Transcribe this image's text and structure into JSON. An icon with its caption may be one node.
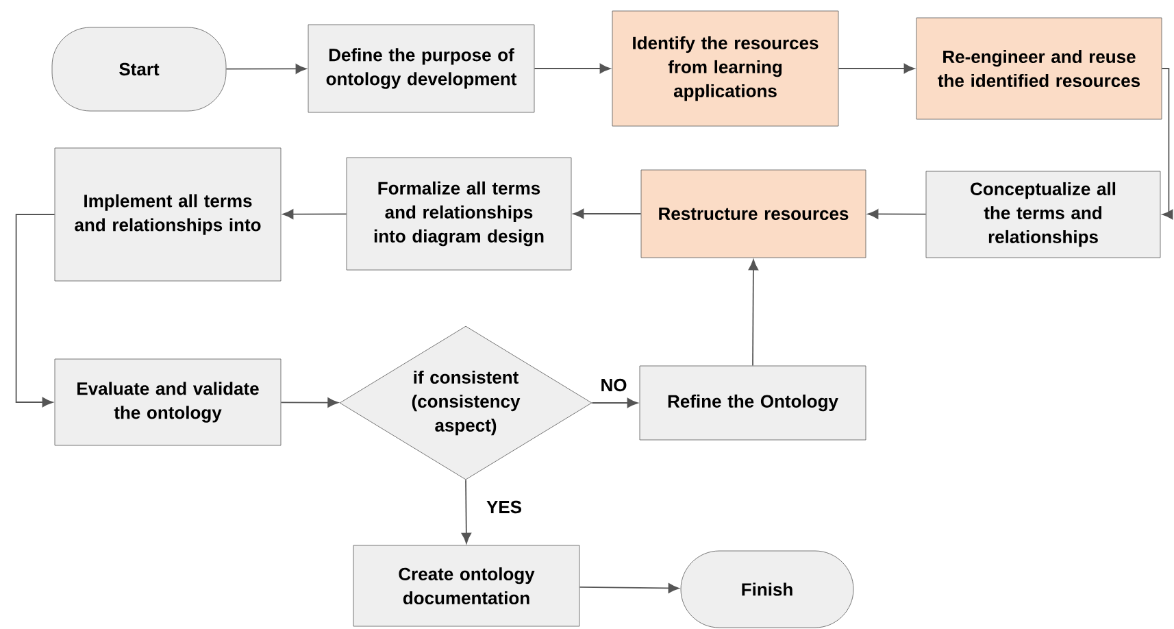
{
  "diagram": {
    "nodes": [
      {
        "text": [
          "Start"
        ]
      },
      {
        "text": [
          "Define the purpose of ontology development"
        ]
      },
      {
        "text": [
          "Identify the resources from learning applications"
        ]
      },
      {
        "text": [
          "Re-engineer and reuse the identified resources"
        ]
      },
      {
        "text": [
          "Conceptualize all the terms and relationships"
        ]
      },
      {
        "text": [
          "Restructure resources"
        ]
      },
      {
        "text": [
          "Formalize all terms and relationships into diagram design"
        ]
      },
      {
        "text": [
          "Implement all terms and relationships into"
        ]
      },
      {
        "text": [
          "Evaluate and validate the ontology"
        ]
      },
      {
        "text": [
          "if consistent (consistency aspect)"
        ]
      },
      {
        "text": [
          "Refine the Ontology"
        ]
      },
      {
        "text": [
          "Create ontology documentation"
        ]
      },
      {
        "text": [
          "Finish"
        ]
      }
    ],
    "edges": [
      {
        "from": 0,
        "to": 1,
        "arrow": "to"
      },
      {
        "from": 1,
        "to": 2,
        "arrow": "to"
      },
      {
        "from": 2,
        "to": 3,
        "arrow": "to"
      },
      {
        "from": 3,
        "to": 4,
        "arrow": "to"
      },
      {
        "from": 4,
        "to": 5,
        "arrow": "to"
      },
      {
        "from": 5,
        "to": 6,
        "arrow": "to"
      },
      {
        "from": 6,
        "to": 7,
        "arrow": "to"
      },
      {
        "from": 7,
        "to": 8,
        "arrow": "to"
      },
      {
        "from": 8,
        "to": 9,
        "arrow": "to"
      },
      {
        "from": 9,
        "to": 10,
        "label": "NO",
        "arrow": "to"
      },
      {
        "from": 10,
        "to": 5,
        "arrow": "to"
      },
      {
        "from": 9,
        "to": 11,
        "label": "YES",
        "arrow": "to"
      },
      {
        "from": 11,
        "to": 12,
        "arrow": "to"
      }
    ]
  }
}
